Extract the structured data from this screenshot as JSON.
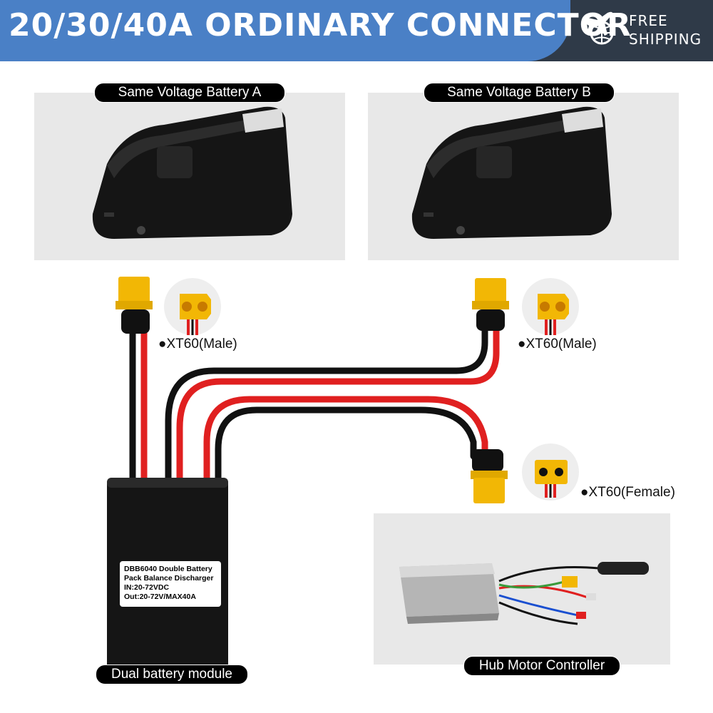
{
  "banner": {
    "title": "20/30/40A ORDINARY CONNECTOR",
    "shipping_line1": "FREE",
    "shipping_line2": "SHIPPING",
    "plane_icon": "airplane-globe-icon"
  },
  "battery_a": {
    "label": "Same Voltage Battery A"
  },
  "battery_b": {
    "label": "Same Voltage Battery B"
  },
  "connectors": {
    "a": "●XT60(Male)",
    "b": "●XT60(Male)",
    "out": "●XT60(Female)"
  },
  "module": {
    "label": "Dual battery module",
    "sticker_line1": "DBB6040 Double Battery",
    "sticker_line2": "Pack Balance Discharger",
    "sticker_line3": "IN:20-72VDC",
    "sticker_line4": "Out:20-72V/MAX40A"
  },
  "controller": {
    "label": "Hub Motor Controller"
  },
  "colors": {
    "banner_blue": "#4a80c6",
    "banner_dark": "#2f3a48",
    "connector_yellow": "#f2b705",
    "wire_red": "#e02020",
    "wire_black": "#111111"
  }
}
